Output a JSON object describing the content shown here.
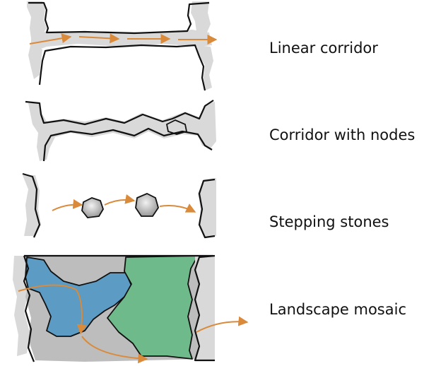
{
  "labels": {
    "linear": "Linear corridor",
    "nodes": "Corridor with nodes",
    "stepping": "Stepping stones",
    "mosaic": "Landscape mosaic"
  },
  "colors": {
    "habitat_fill": "#d9d9d9",
    "outline": "#111111",
    "arrow": "#d98a3a",
    "stone_fill": "#bdbdbd",
    "mosaic_blue": "#5b9bc4",
    "mosaic_green": "#6fba8a",
    "mosaic_gray": "#bdbdbd"
  }
}
